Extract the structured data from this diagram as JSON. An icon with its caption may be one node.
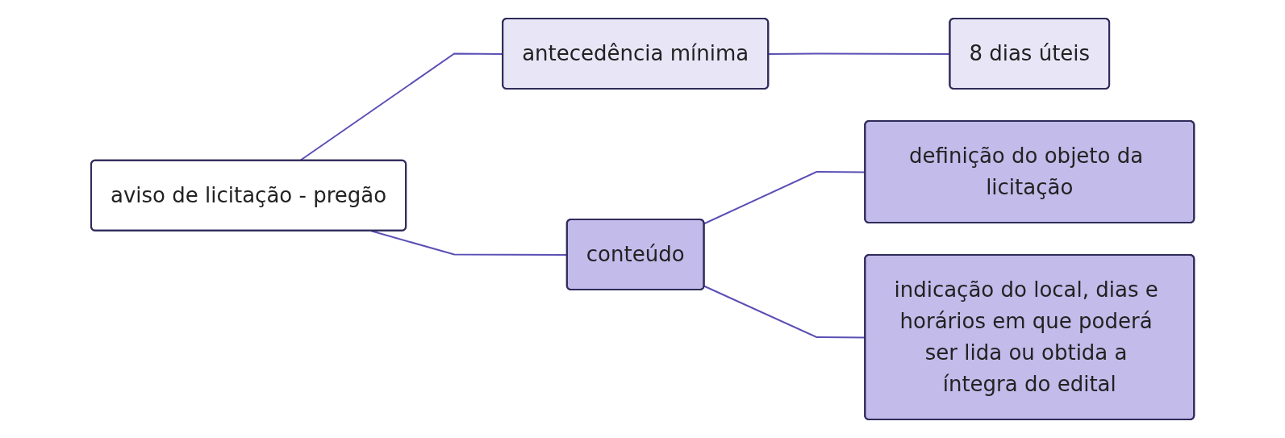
{
  "diagram": {
    "nodes": [
      {
        "text": [
          "aviso de licitação - pregão"
        ]
      },
      {
        "text": [
          "antecedência mínima"
        ]
      },
      {
        "text": [
          "8 dias úteis"
        ]
      },
      {
        "text": [
          "conteúdo"
        ]
      },
      {
        "text": [
          "definição do objeto da licitação"
        ]
      },
      {
        "text": [
          "indicação do local, dias e horários em que poderá ser lida ou obtida a íntegra do edital"
        ]
      }
    ],
    "edges": [
      {
        "from": 0,
        "to": 1,
        "arrow": "none"
      },
      {
        "from": 1,
        "to": 2,
        "arrow": "none"
      },
      {
        "from": 0,
        "to": 3,
        "arrow": "none"
      },
      {
        "from": 3,
        "to": 4,
        "arrow": "none"
      },
      {
        "from": 3,
        "to": 5,
        "arrow": "none"
      }
    ]
  }
}
